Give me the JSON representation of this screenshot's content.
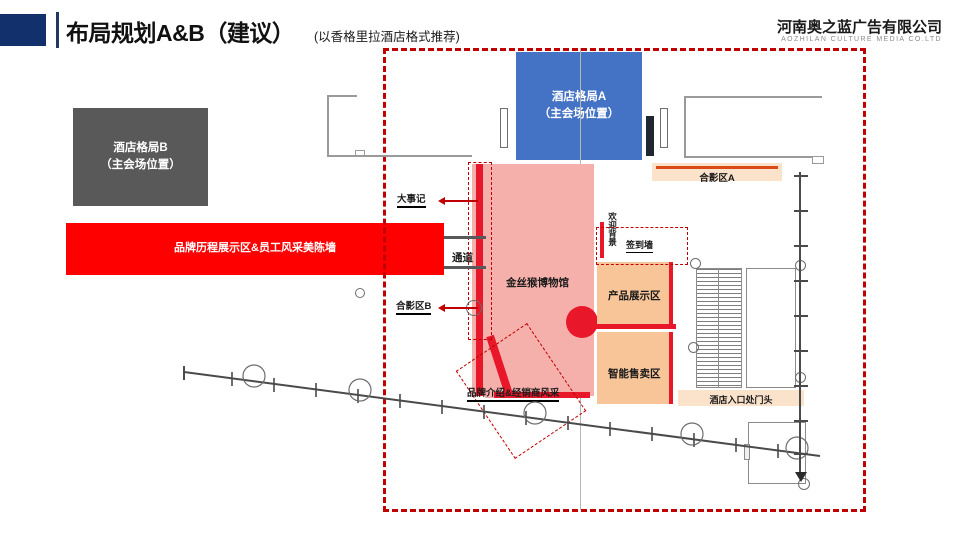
{
  "header": {
    "title": "布局规划A&B（建议）",
    "subtitle": "(以香格里拉酒店格式推荐)",
    "company_cn": "河南奥之蓝广告有限公司",
    "company_en": "AOZHILAN CULTURE MEDIA  CO.LTD",
    "accent_navy": "#12306B",
    "rule_color": "#1F3864"
  },
  "blocks": {
    "layout_b": {
      "line1": "酒店格局B",
      "line2": "（主会场位置）",
      "color": "#595959"
    },
    "layout_a": {
      "line1": "酒店格局A",
      "line2": "（主会场位置）",
      "color": "#4472C4"
    },
    "brand_wall": {
      "label": "品牌历程展示区&员工风采美陈墙",
      "color": "#FE0000"
    }
  },
  "plan": {
    "boundary_color": "#C00000",
    "regions": [
      {
        "name": "museum",
        "label": "金丝猴博物馆",
        "color": "#F6B0AB"
      },
      {
        "name": "corridor",
        "label": "通道",
        "color": "#F6B0AB"
      },
      {
        "name": "product_display",
        "label": "产品展示区",
        "color": "#F8C599"
      },
      {
        "name": "smart_vending",
        "label": "智能售卖区",
        "color": "#F8C599"
      }
    ],
    "callouts": [
      {
        "name": "chronicle",
        "label": "大事记"
      },
      {
        "name": "photo-area-b",
        "label": "合影区B"
      }
    ],
    "bars": [
      {
        "name": "photo-area-a",
        "label": "合影区A",
        "bar_color": "#D94A14",
        "bg": "#FBE2CB"
      },
      {
        "name": "hotel-entrance",
        "label": "酒店入口处门头",
        "bg": "#FBE2CB"
      }
    ],
    "welcome_backdrop": "欢迎背景",
    "sign_wall": "签到墙",
    "brand_intro": "品牌介绍&经销商风采"
  }
}
